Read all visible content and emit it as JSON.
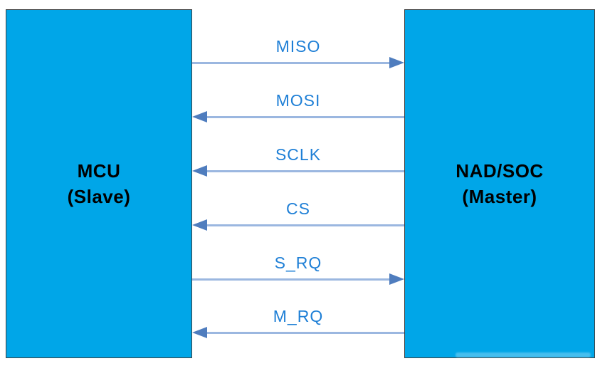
{
  "diagram": {
    "left_box": {
      "title": "MCU",
      "subtitle": "(Slave)"
    },
    "right_box": {
      "title": "NAD/SOC",
      "subtitle": "(Master)"
    },
    "signals": [
      {
        "label": "MISO",
        "direction": "right",
        "from": "MCU (Slave)",
        "to": "NAD/SOC (Master)"
      },
      {
        "label": "MOSI",
        "direction": "left",
        "from": "NAD/SOC (Master)",
        "to": "MCU (Slave)"
      },
      {
        "label": "SCLK",
        "direction": "left",
        "from": "NAD/SOC (Master)",
        "to": "MCU (Slave)"
      },
      {
        "label": "CS",
        "direction": "left",
        "from": "NAD/SOC (Master)",
        "to": "MCU (Slave)"
      },
      {
        "label": "S_RQ",
        "direction": "right",
        "from": "MCU (Slave)",
        "to": "NAD/SOC (Master)"
      },
      {
        "label": "M_RQ",
        "direction": "left",
        "from": "NAD/SOC (Master)",
        "to": "MCU (Slave)"
      }
    ],
    "colors": {
      "box_fill": "#00A6E8",
      "box_border": "#3F3F3F",
      "signal_line": "#9BB7E0",
      "arrowhead": "#4F7DBE",
      "signal_label_text": "#1E7FD6",
      "box_text": "#000000",
      "background": "#FFFFFF"
    }
  }
}
